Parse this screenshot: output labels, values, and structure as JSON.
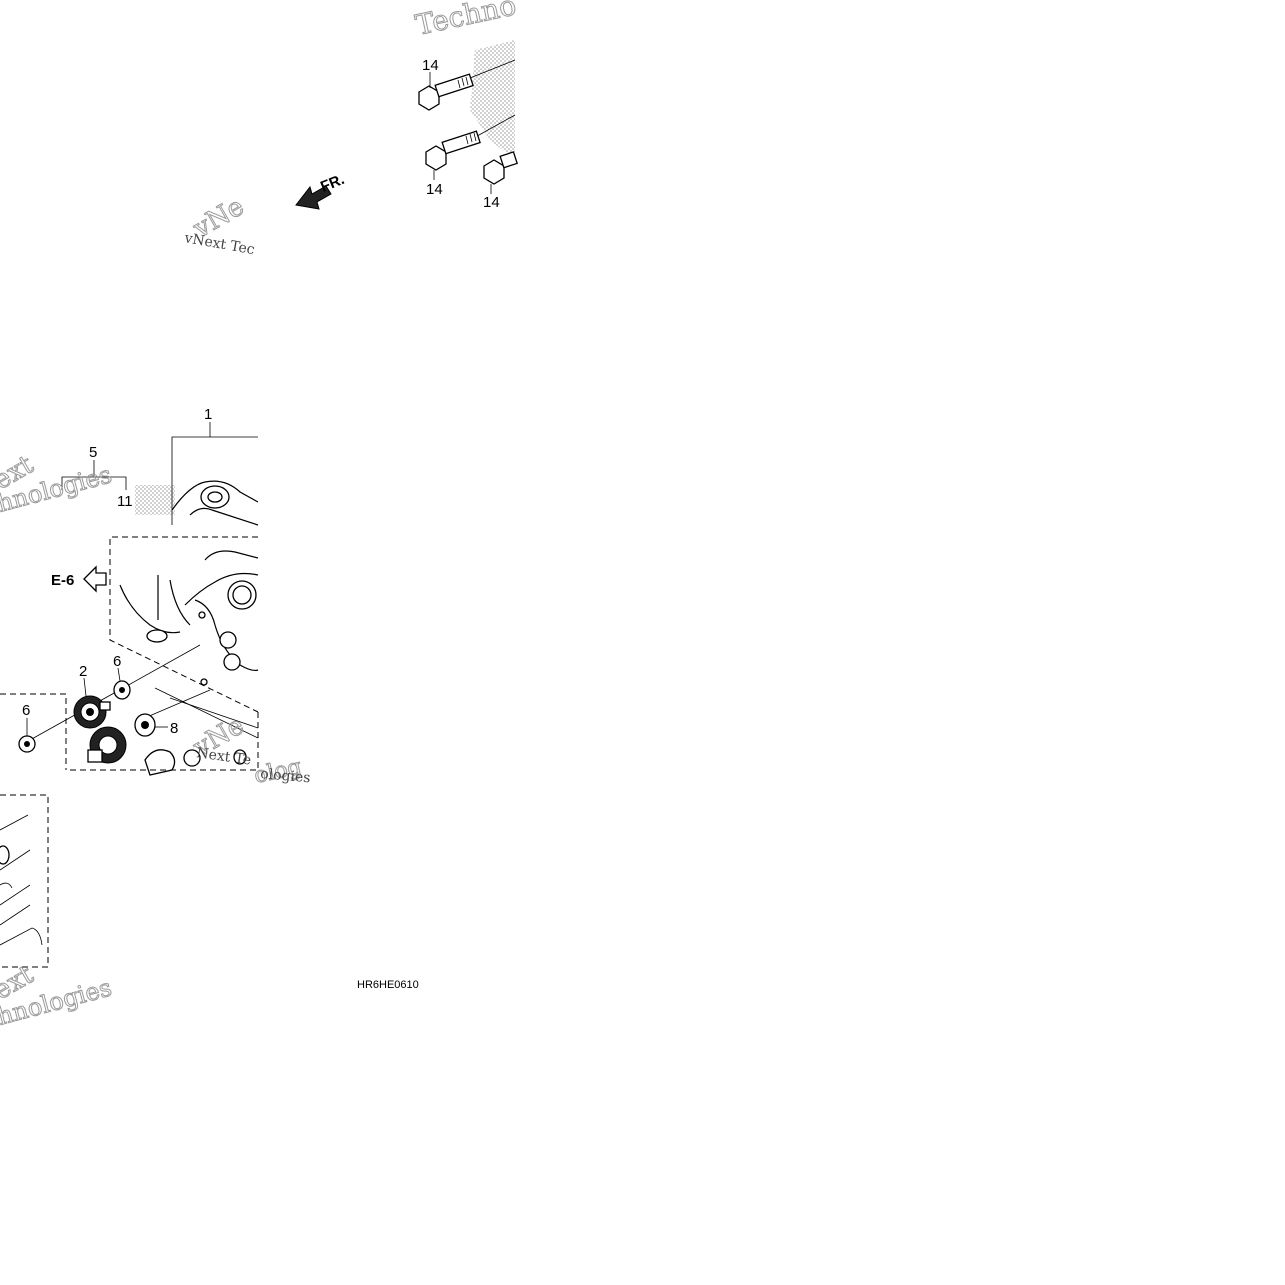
{
  "callouts": {
    "c14a": "14",
    "c14b": "14",
    "c14c": "14",
    "c1": "1",
    "c5": "5",
    "c11": "11",
    "c2": "2",
    "c6a": "6",
    "c6b": "6",
    "c8": "8"
  },
  "labels": {
    "front": "FR.",
    "ref_e6": "E-6",
    "diagram_code": "HR6HE0610"
  },
  "watermarks": {
    "w1": "Techno",
    "w2": "vNe",
    "w3": "vNext Tec",
    "w4": "ext",
    "w5": "hnologies",
    "w6": "vNe",
    "w7": "Next Te",
    "w8": "olog",
    "w9": "ologies",
    "w10": "ext",
    "w11": "hnologies"
  }
}
